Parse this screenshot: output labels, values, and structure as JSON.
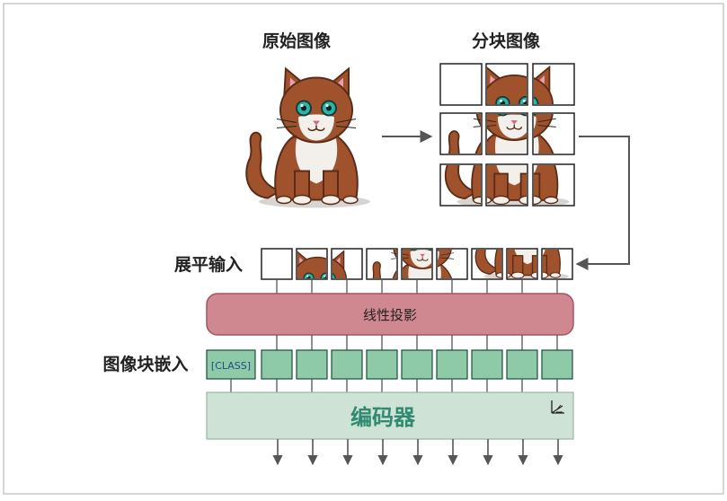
{
  "labels": {
    "original_image": "原始图像",
    "patched_image": "分块图像",
    "flatten_input": "展平输入",
    "linear_projection": "线性投影",
    "patch_embedding": "图像块嵌入",
    "class_token": "[CLASS]",
    "encoder": "编码器"
  },
  "colors": {
    "frame": "#c8c8c8",
    "projection_fill": "#d08890",
    "projection_stroke": "#a55560",
    "embed_fill": "#8fcaa8",
    "embed_stroke": "#1a4e3a",
    "encoder_fill": "#cfe2d6",
    "encoder_text": "#2e8a70",
    "class_text": "#1e4d8a",
    "arrow": "#555555",
    "cat_brown": "#a0522d",
    "cat_white": "#f3f0ec",
    "cat_eye": "#2ab5a8"
  },
  "icons": [
    "cat-image",
    "arrow-right",
    "arrow-down",
    "expand-icon"
  ]
}
